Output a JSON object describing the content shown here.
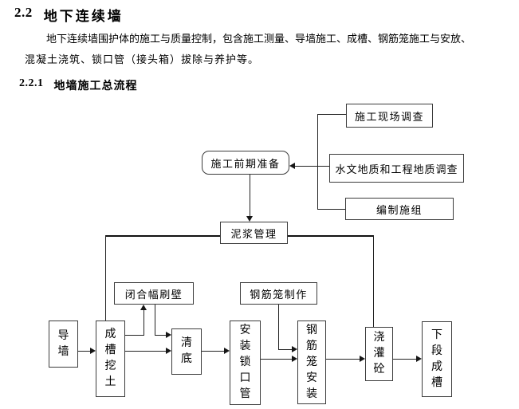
{
  "document": {
    "section_heading": {
      "number": "2.2",
      "title": "地下连续墙"
    },
    "paragraph": {
      "line1": "地下连续墙围护体的施工与质量控制，包含施工测量、导墙施工、成槽、钢筋笼施工与安放、",
      "line2": "混凝土浇筑、锁口管（接头箱）拔除与养护等。"
    },
    "subsection_heading": {
      "number": "2.2.1",
      "title": "地墙施工总流程"
    }
  },
  "flowchart": {
    "nodes": {
      "site_survey": {
        "label": "施工现场调查"
      },
      "pre_construction_prep": {
        "label": "施工前期准备"
      },
      "hydro_geo_survey": {
        "label": "水文地质和工程地质调查"
      },
      "compile_org_design": {
        "label": "编制施组"
      },
      "slurry_management": {
        "label": "泥浆管理"
      },
      "closure_panel_brushing": {
        "label": "闭合幅刷壁"
      },
      "rebar_cage_fabrication": {
        "label": "钢筋笼制作"
      },
      "guide_wall": {
        "label": "导墙"
      },
      "trench_excavation": {
        "label": "成槽挖土"
      },
      "bottom_cleaning": {
        "label": "清底"
      },
      "locking_pipe_installation": {
        "label": "安装锁口管"
      },
      "rebar_cage_installation": {
        "label": "钢筋笼安装"
      },
      "concrete_pouring": {
        "label": "浇灌砼"
      },
      "next_section_trenching": {
        "label": "下段成槽"
      }
    }
  },
  "colors": {
    "ink": "#000000",
    "line": "#222222",
    "background": "#ffffff"
  }
}
